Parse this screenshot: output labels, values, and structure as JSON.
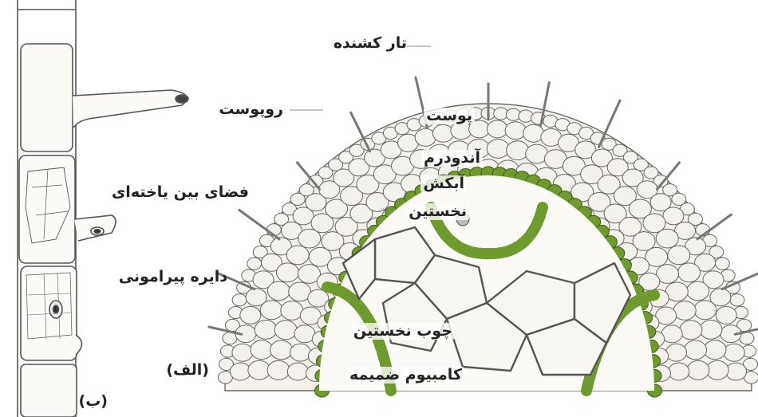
{
  "figure": {
    "labels": {
      "root_hair": "تار کشنده",
      "epidermis": "روپوست",
      "cortex": "پوست",
      "endodermis": "آندودرم",
      "primary_phloem_a": "آبکش",
      "primary_phloem_b": "نخستین",
      "intercellular_space": "فضای بین یاخته‌ای",
      "pericycle": "دایره پیرامونی",
      "primary_xylem": "چوب نخستین",
      "vascular_cambium": "کامبیوم ضمیمه",
      "part_a": "(الف)",
      "part_b": "(ب)"
    },
    "colors": {
      "endodermis_cells": "#6f9a2e",
      "cell_wall": "#666666",
      "cell_fill": "#f2f1ec",
      "background": "#ffffff"
    }
  }
}
